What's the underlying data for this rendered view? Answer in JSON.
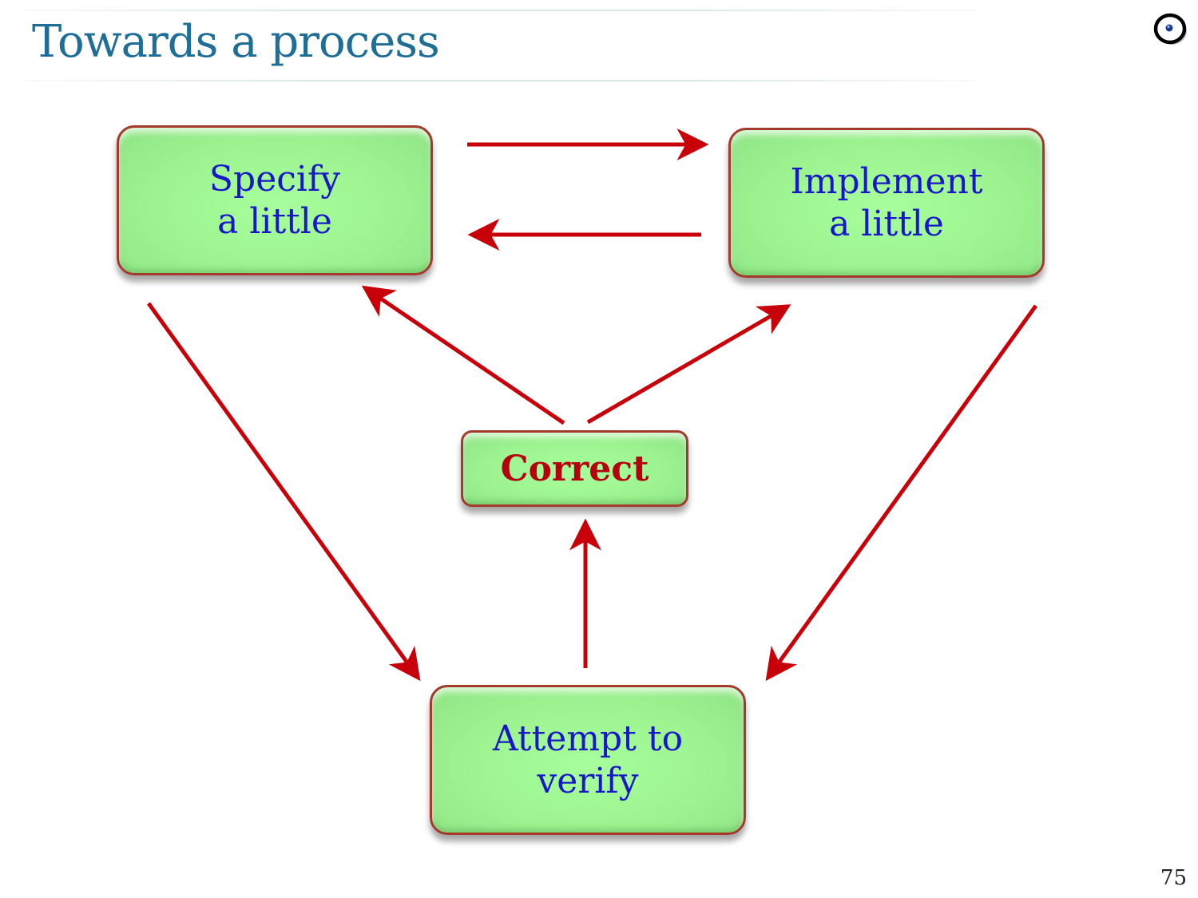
{
  "slide": {
    "title": "Towards a process",
    "page_number": "75"
  },
  "nodes": {
    "specify": {
      "line1": "Specify",
      "line2": "a little"
    },
    "implement": {
      "line1": "Implement",
      "line2": "a little"
    },
    "correct": {
      "label": "Correct"
    },
    "verify": {
      "line1": "Attempt to",
      "line2": "verify"
    }
  },
  "colors": {
    "title": "#1f6e97",
    "node_fill": "#9cf28f",
    "node_border": "#a33a2c",
    "node_text": "#1818c8",
    "correct_text": "#b5000f",
    "arrow": "#c8000a"
  },
  "icons": {
    "logo": "eye-logo-icon"
  }
}
